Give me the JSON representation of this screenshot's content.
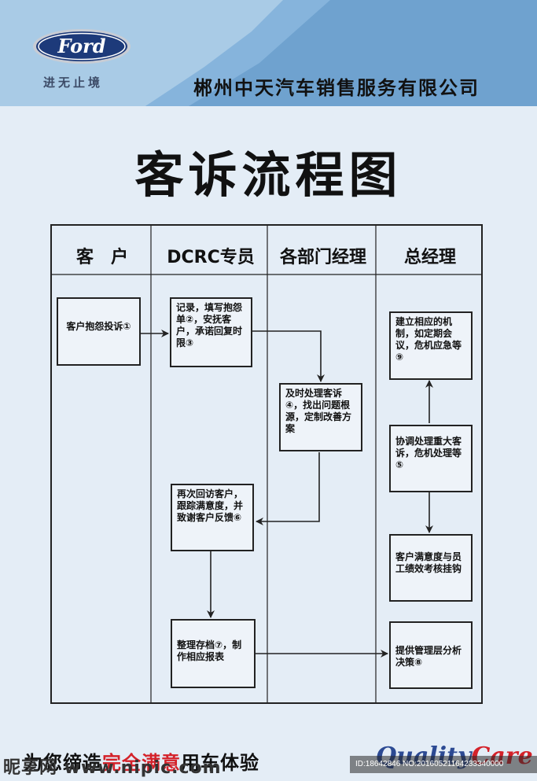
{
  "header": {
    "logo_text": "Ford",
    "slogan": "进无止境",
    "company": "郴州中天汽车销售服务有限公司"
  },
  "title": "客诉流程图",
  "lanes": [
    "客　户",
    "DCRC专员",
    "各部门经理",
    "总经理"
  ],
  "steps": {
    "s1": "客户抱怨投诉①",
    "s2": "记录，填写抱怨单②，安抚客户，承诺回复时限③",
    "s4": "及时处理客诉④，找出问题根源，定制改善方案",
    "s6": "再次回访客户，跟踪满意度，并致谢客户反馈⑥",
    "s7": "整理存档⑦，制作相应报表",
    "s9": "建立相应的机制，如定期会议，危机应急等⑨",
    "s5": "协调处理重大客诉，危机处理等⑤",
    "s_perf": "客户满意度与员工绩效考核挂钩",
    "s8": "提供管理层分析决策⑧"
  },
  "footer": {
    "slogan_pre": "为您缔造",
    "slogan_highlight": "完全满意",
    "slogan_post": "用车体验",
    "qc_quality": "Quality",
    "qc_care": "Care",
    "image_id": "ID:18642846 NO:20160521164233340000",
    "watermark": "昵享网 www.nipic.com"
  },
  "colors": {
    "background": "#e4edf6",
    "header_band": "#a9cbe6",
    "header_dark": "#6fa2cf",
    "ford_blue": "#1d3a7a",
    "highlight_red": "#d4222a"
  }
}
